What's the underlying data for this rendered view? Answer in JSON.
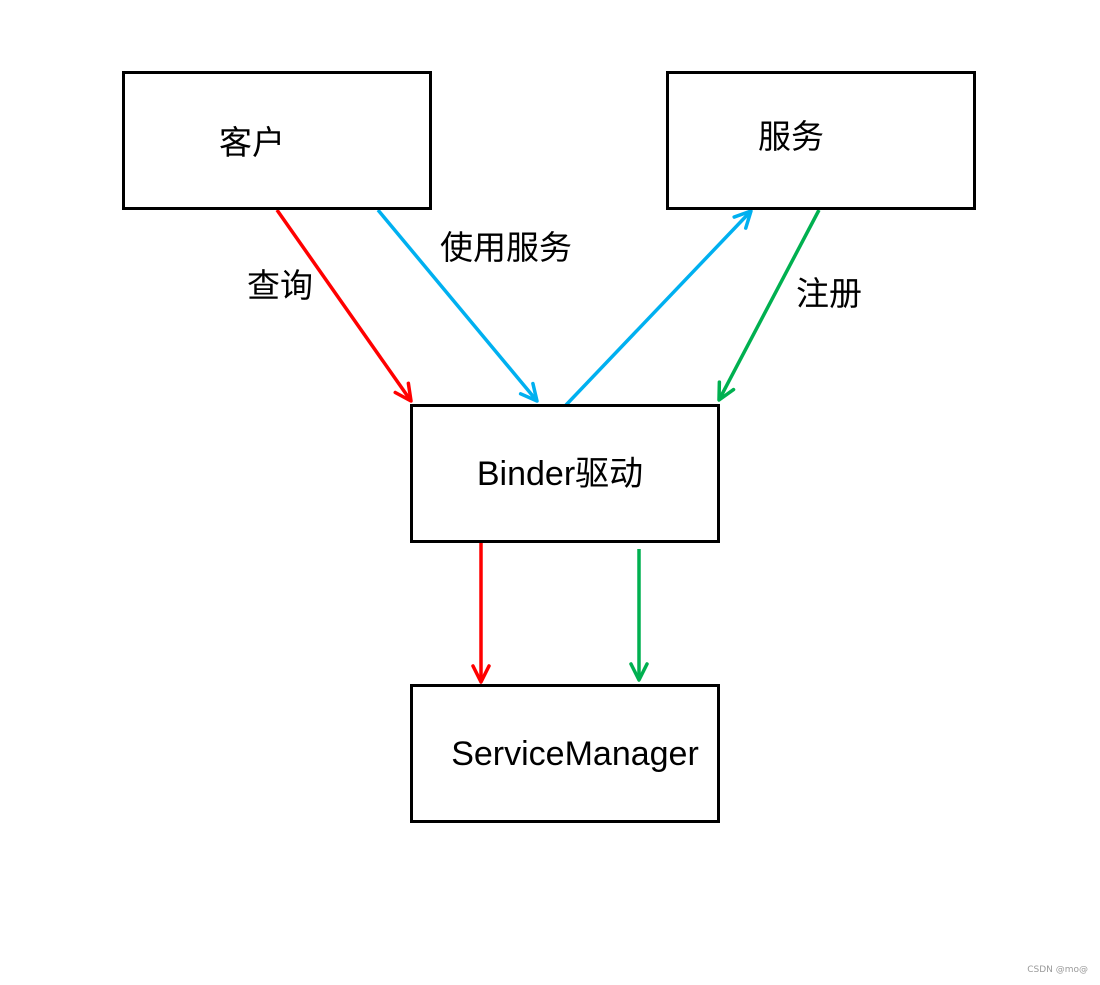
{
  "nodes": {
    "client": "客户",
    "service": "服务",
    "binder": "Binder驱动",
    "service_manager": "ServiceManager"
  },
  "edges": {
    "query": {
      "label": "查询",
      "from": "client",
      "to": "binder",
      "color": "#ff0000"
    },
    "use_service": {
      "label": "使用服务",
      "from": "client",
      "to": "binder",
      "color": "#00b0f0"
    },
    "binder_to_service": {
      "label": "",
      "from": "binder",
      "to": "service",
      "color": "#00b0f0"
    },
    "register": {
      "label": "注册",
      "from": "service",
      "to": "binder",
      "color": "#00b050"
    },
    "binder_to_sm_query": {
      "label": "",
      "from": "binder",
      "to": "service_manager",
      "color": "#ff0000"
    },
    "binder_to_sm_register": {
      "label": "",
      "from": "binder",
      "to": "service_manager",
      "color": "#00b050"
    }
  },
  "watermark": "CSDN @mo@"
}
